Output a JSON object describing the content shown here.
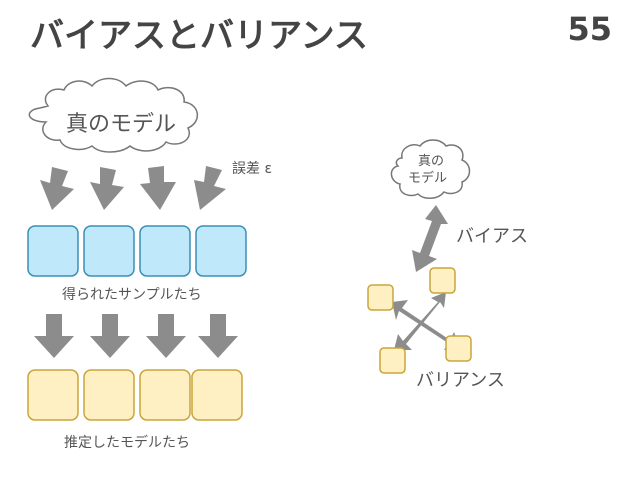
{
  "slide": {
    "title": "バイアスとバリアンス",
    "page_number": "55"
  },
  "left": {
    "true_model_label": "真のモデル",
    "error_label": "誤差 ε",
    "samples_label": "得られたサンプルたち",
    "estimated_label": "推定したモデルたち"
  },
  "right": {
    "true_model_line1": "真の",
    "true_model_line2": "モデル",
    "bias_label": "バイアス",
    "variance_label": "バリアンス"
  },
  "colors": {
    "sample_fill": "#bfe9fb",
    "sample_stroke": "#3a8fb5",
    "model_fill": "#fff0c4",
    "model_stroke": "#c9a53a",
    "arrow_fill": "#8c8c8c",
    "text": "#555555"
  }
}
